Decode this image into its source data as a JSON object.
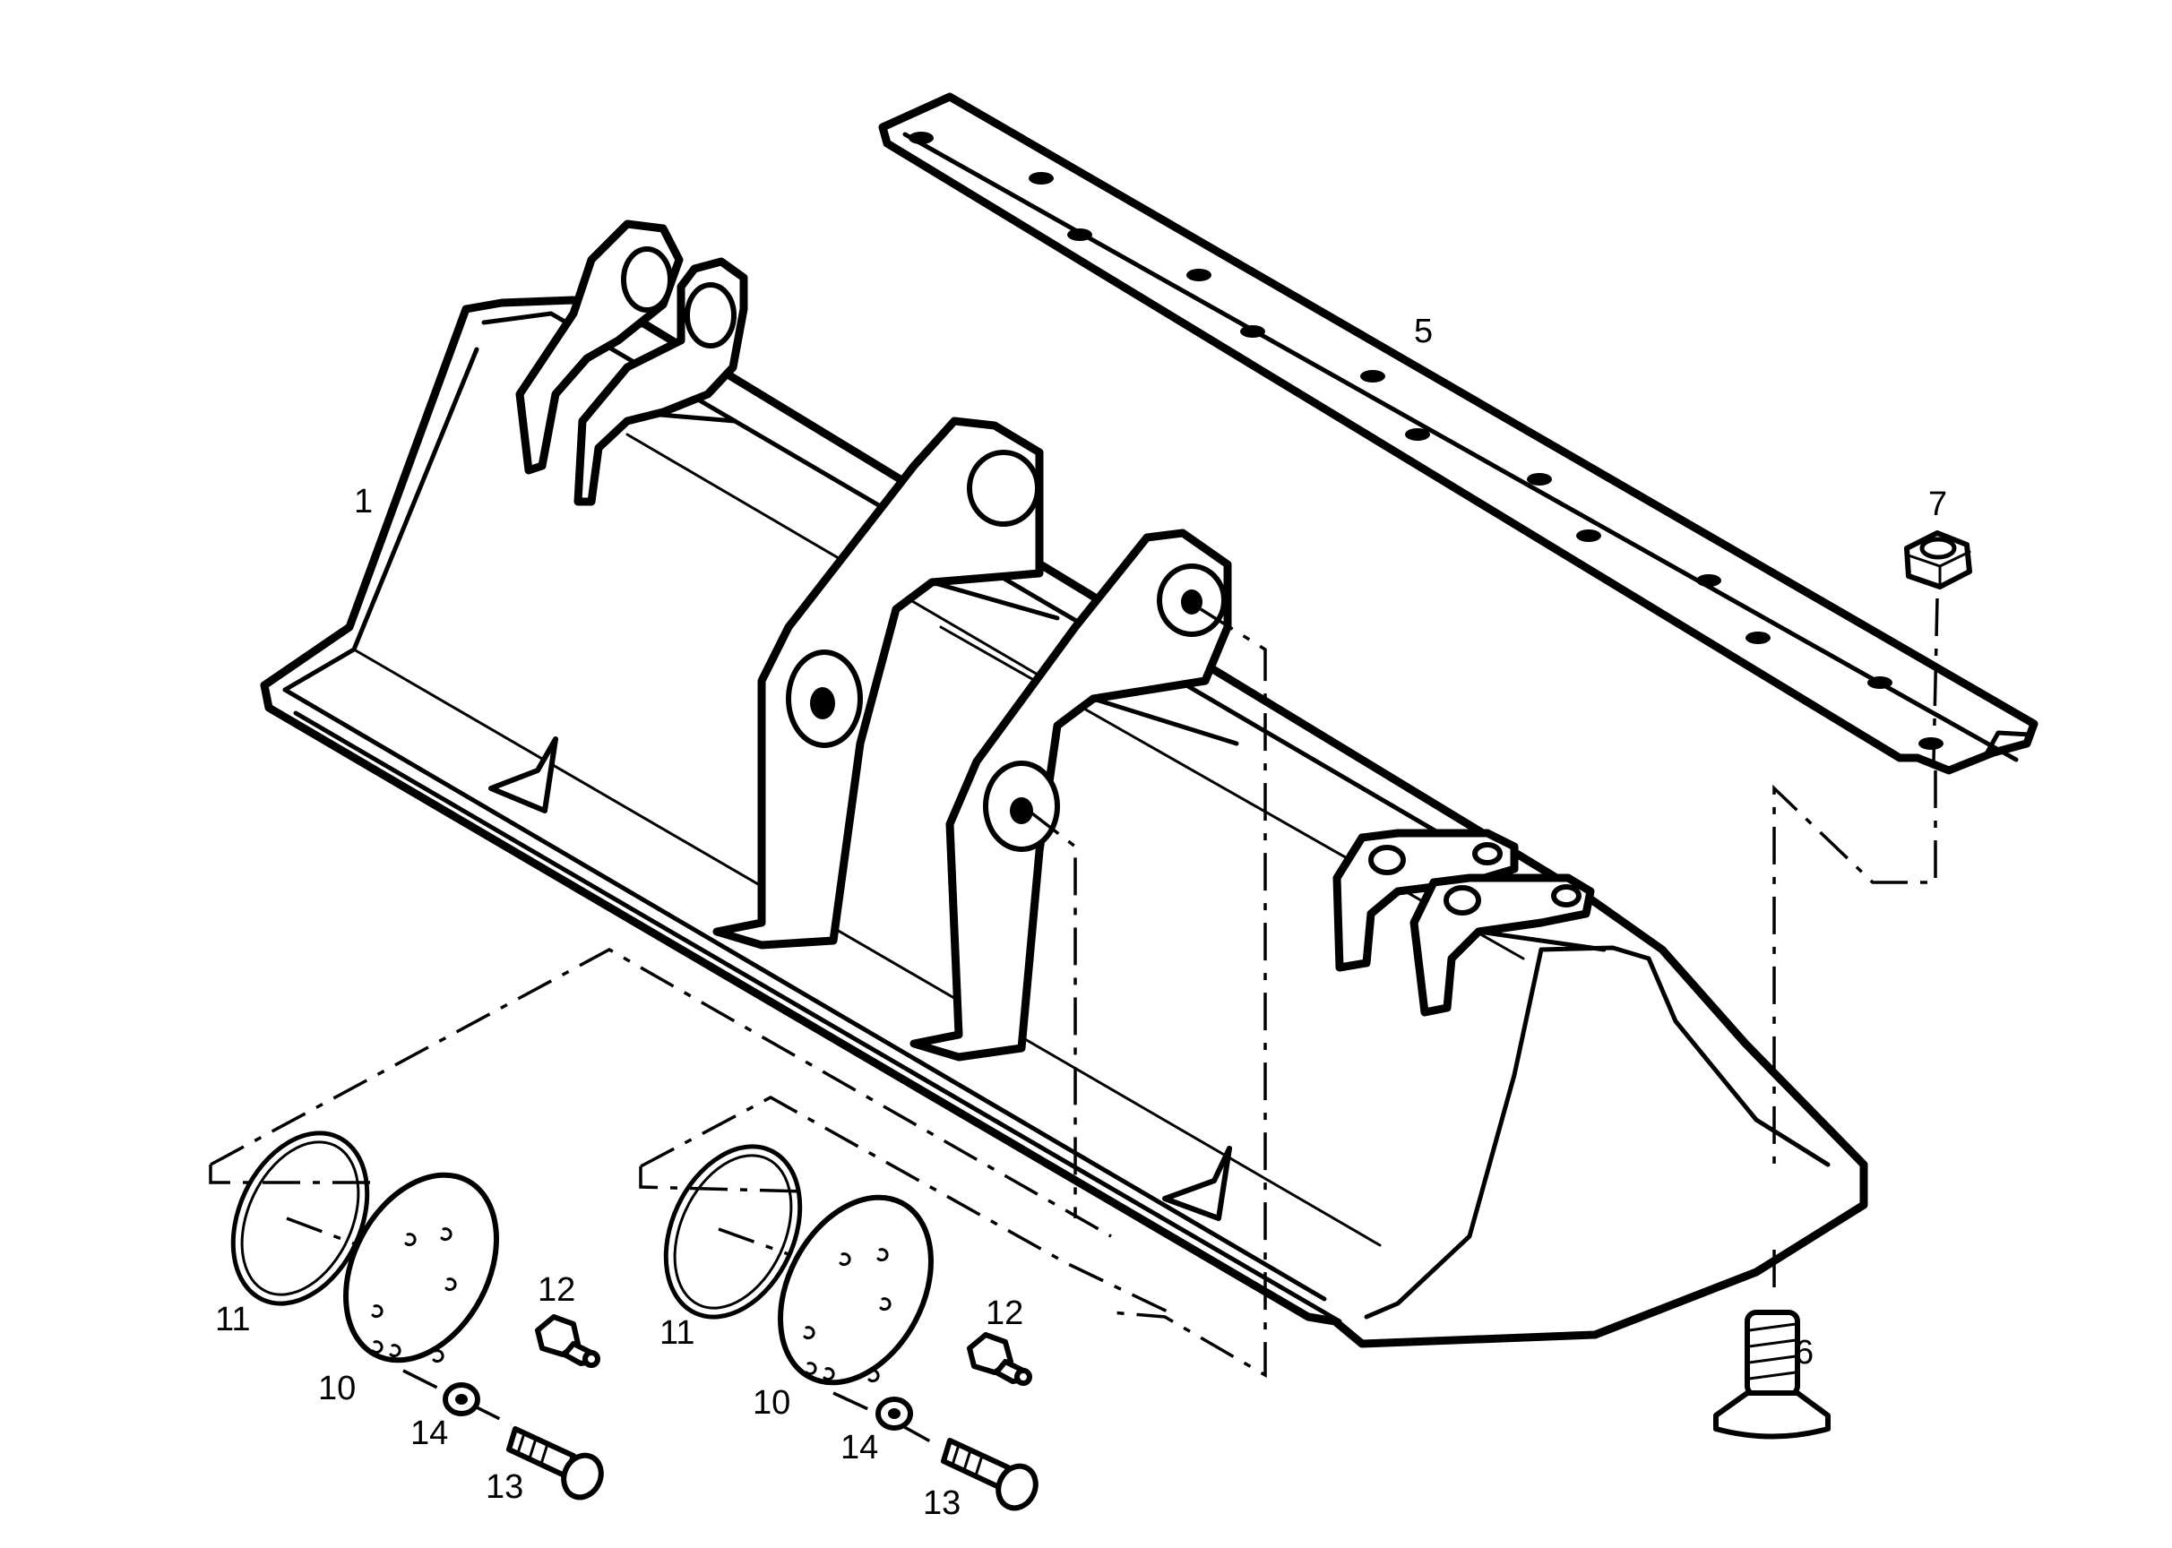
{
  "callouts": {
    "bucket": "1",
    "cutting_edge": "5",
    "bolt": "6",
    "nut": "7",
    "cover_plate_left": "10",
    "cover_plate_right": "10",
    "ring_left": "11",
    "ring_right": "11",
    "grease_fitting_left": "12",
    "grease_fitting_right": "12",
    "screw_left": "13",
    "screw_right": "13",
    "washer_left": "14",
    "washer_right": "14"
  }
}
